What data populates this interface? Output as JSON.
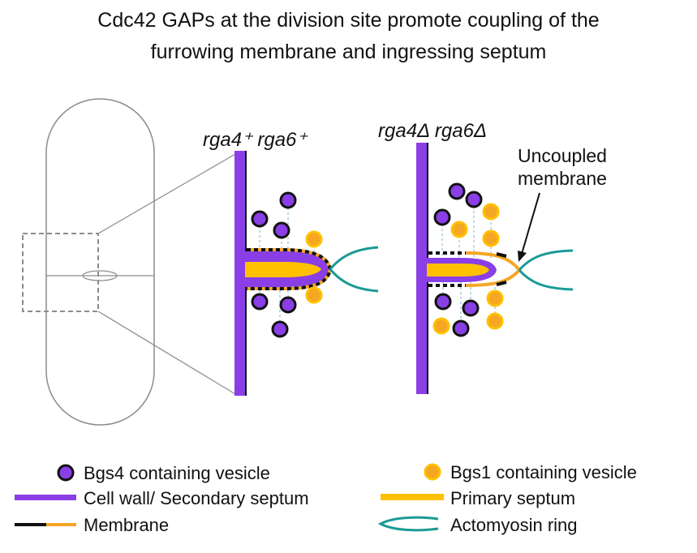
{
  "title": {
    "line1": "Cdc42 GAPs at the division site promote coupling of the",
    "line2": "furrowing membrane and ingressing septum"
  },
  "panels": {
    "wildtype_label": "rga4⁺ rga6⁺",
    "mutant_label": "rga4Δ rga6Δ",
    "uncoupled_label_line1": "Uncoupled",
    "uncoupled_label_line2": "membrane"
  },
  "legend": {
    "bgs4": "Bgs4 containing vesicle",
    "bgs1": "Bgs1 containing vesicle",
    "cell_wall": "Cell wall/ Secondary septum",
    "primary_septum": "Primary septum",
    "membrane": "Membrane",
    "actomyosin": "Actomyosin ring"
  },
  "colors": {
    "purple": "#8a3ee6",
    "orange": "#f5a623",
    "yellow": "#ffc000",
    "teal": "#1a9a96",
    "black": "#111111",
    "cell_outline": "#8c8c8c",
    "dashed_line": "#7fb2cc"
  }
}
